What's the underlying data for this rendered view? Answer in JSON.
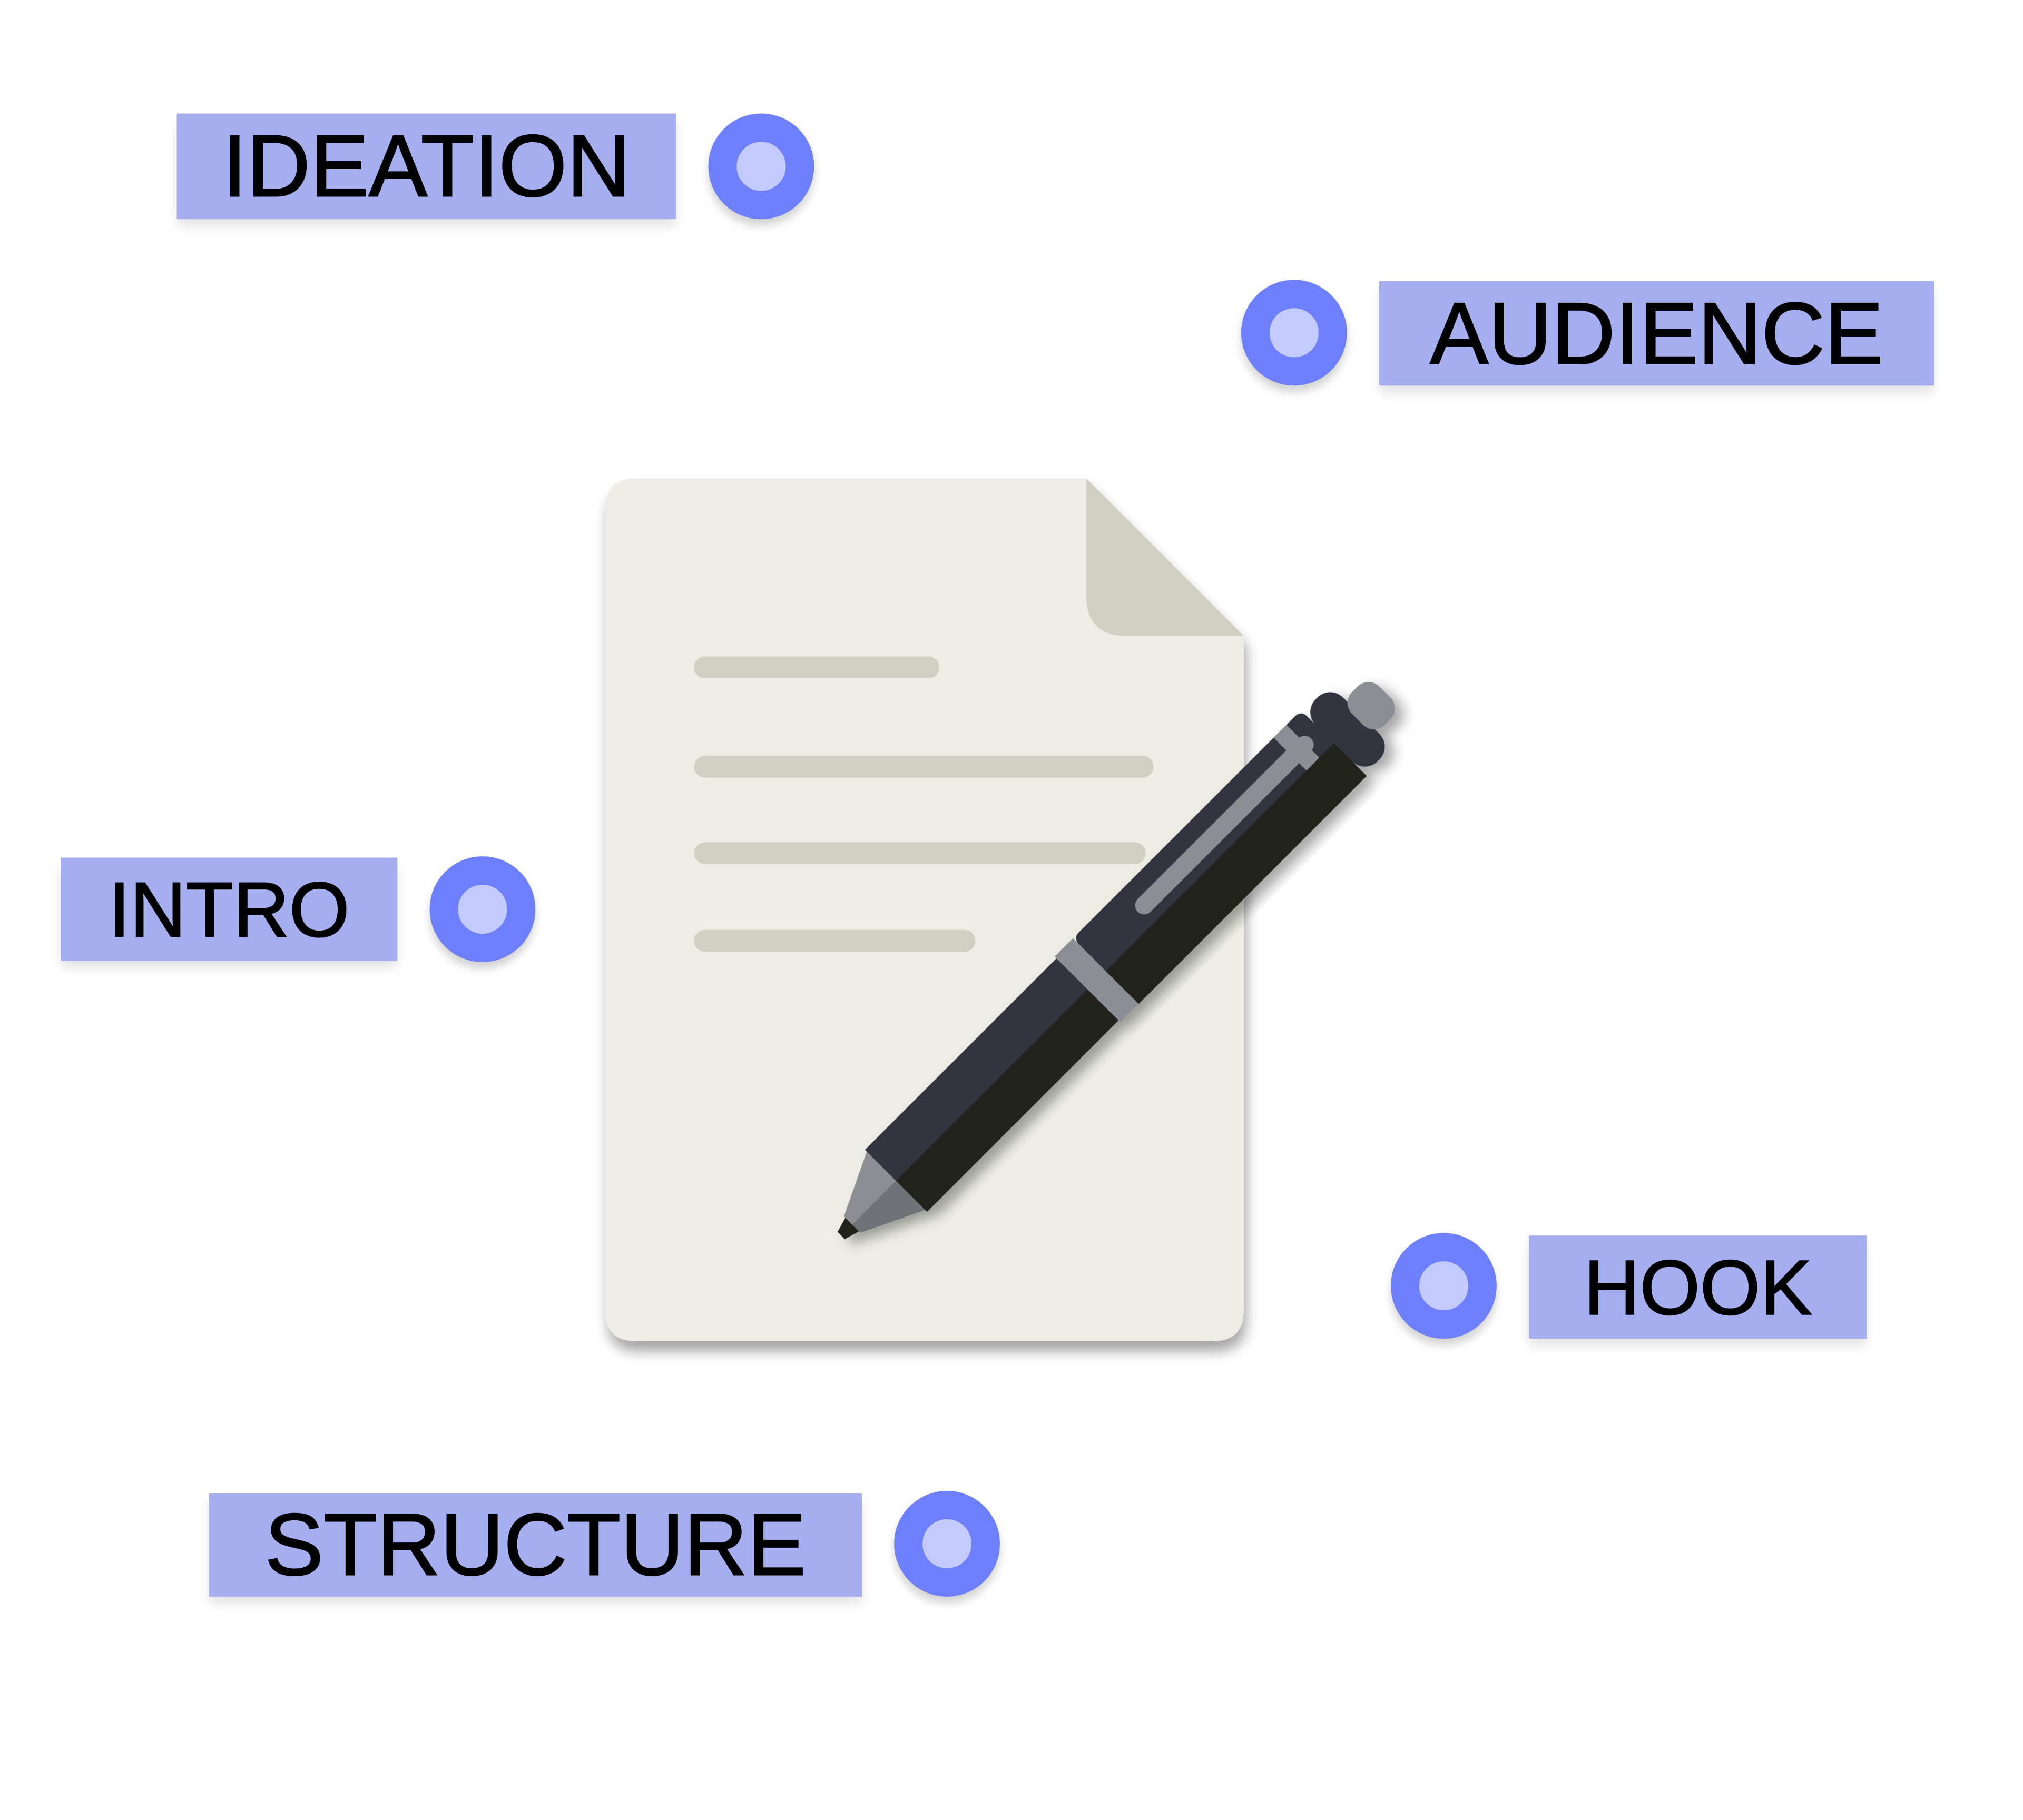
{
  "diagram": {
    "center_icon": "document-with-pen-icon",
    "nodes": [
      {
        "id": "ideation",
        "label": "IDEATION"
      },
      {
        "id": "audience",
        "label": "AUDIENCE"
      },
      {
        "id": "intro",
        "label": "INTRO"
      },
      {
        "id": "hook",
        "label": "HOOK"
      },
      {
        "id": "structure",
        "label": "STRUCTURE"
      }
    ]
  },
  "colors": {
    "label_bg": "#a5aeee",
    "dot_ring": "#6e7ffb",
    "dot_center": "#c3caff",
    "paper": "#edede6",
    "paper_fold": "#d1cfc2",
    "text_lines": "#d1cfc2",
    "pen_body": "#33353f",
    "pen_shadow": "#22231f",
    "pen_metal": "#8b8e93"
  }
}
